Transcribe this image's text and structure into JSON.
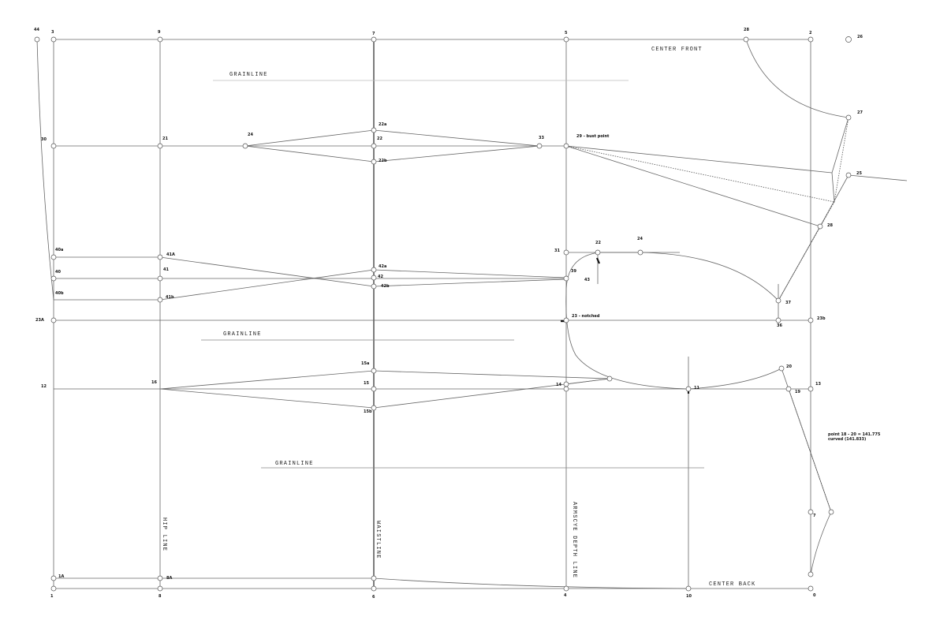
{
  "labels": {
    "center_front": "CENTER FRONT",
    "center_back": "CENTER BACK",
    "grainline_1": "GRAINLINE",
    "grainline_2": "GRAINLINE",
    "grainline_3": "GRAINLINE",
    "hip_line": "HIP LINE",
    "waistline": "WAISTLINE",
    "armscye_depth_line": "ARMSCYE DEPTH LINE",
    "note_line1": "point 18 - 20 = 141.775",
    "note_line2": "curved (141.833)"
  },
  "points": {
    "p44": "44",
    "p3": "3",
    "p9": "9",
    "p7": "7",
    "p5": "5",
    "p2": "2",
    "p28_top": "28",
    "p26": "26",
    "p27_top": "27",
    "p30": "30",
    "p21_left": "21",
    "p24_left": "24",
    "p22a": "22a",
    "p22": "22",
    "p22b": "22b",
    "p33": "33",
    "p29": "29 - bust point",
    "p25": "25",
    "p28": "28",
    "p40a": "40a",
    "p41A": "41A",
    "p40": "40",
    "p41": "41",
    "p40b": "40b",
    "p41b": "41b",
    "p42a": "42a",
    "p42": "42",
    "p42b": "42b",
    "p39": "39",
    "p43": "43",
    "p31": "31",
    "p22_arm": "22",
    "p24_arm": "24",
    "p37": "37",
    "p36": "36",
    "p23A": "23A",
    "p23notched": "23 - notched",
    "p23b": "23b",
    "p12_left": "12",
    "p16": "16",
    "p15a": "15a",
    "p15": "15",
    "p15b": "15b",
    "p14": "14",
    "p11": "11",
    "p20": "20",
    "p19": "19",
    "p13": "13",
    "p7_right": "7",
    "p1A": "1A",
    "p8A": "8A",
    "p1": "1",
    "p8": "8",
    "p6": "6",
    "p4": "4",
    "p10": "10",
    "p0": "0"
  }
}
